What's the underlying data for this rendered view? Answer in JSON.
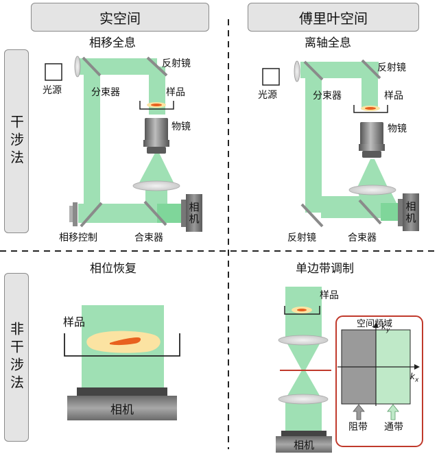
{
  "headers": {
    "real_space": "实空间",
    "fourier_space": "傅里叶空间"
  },
  "rows": {
    "interferometric": "干涉法",
    "non_interferometric": "非干涉法"
  },
  "titles": {
    "phase_shifting": "相移全息",
    "off_axis": "离轴全息",
    "phase_retrieval": "相位恢复",
    "single_sideband": "单边带调制"
  },
  "labels": {
    "light_source": "光源",
    "beam_splitter": "分束器",
    "mirror": "反射镜",
    "sample": "样品",
    "objective": "物镜",
    "camera": "相机",
    "phase_control": "相移控制",
    "beam_combiner": "合束器",
    "spatial_frequency_domain": "空间频域",
    "kx": "k",
    "kx_sub": "x",
    "ky": "k",
    "ky_sub": "y",
    "stop_band": "阻带",
    "pass_band": "通带"
  },
  "colors": {
    "beam": "#9fe0b4",
    "panel_bg": "#e4e4e4",
    "divider": "#222222",
    "sample_yellow": "#fbe3a2",
    "sample_orange": "#e8611f",
    "freq_border": "#c0392b",
    "stop_band": "#9a9a9a",
    "pass_band": "#bfe9c8"
  },
  "icons": [
    "light-source-box-icon",
    "lens-icon",
    "mirror-icon",
    "objective-icon",
    "camera-icon",
    "arrow-up-icon"
  ]
}
